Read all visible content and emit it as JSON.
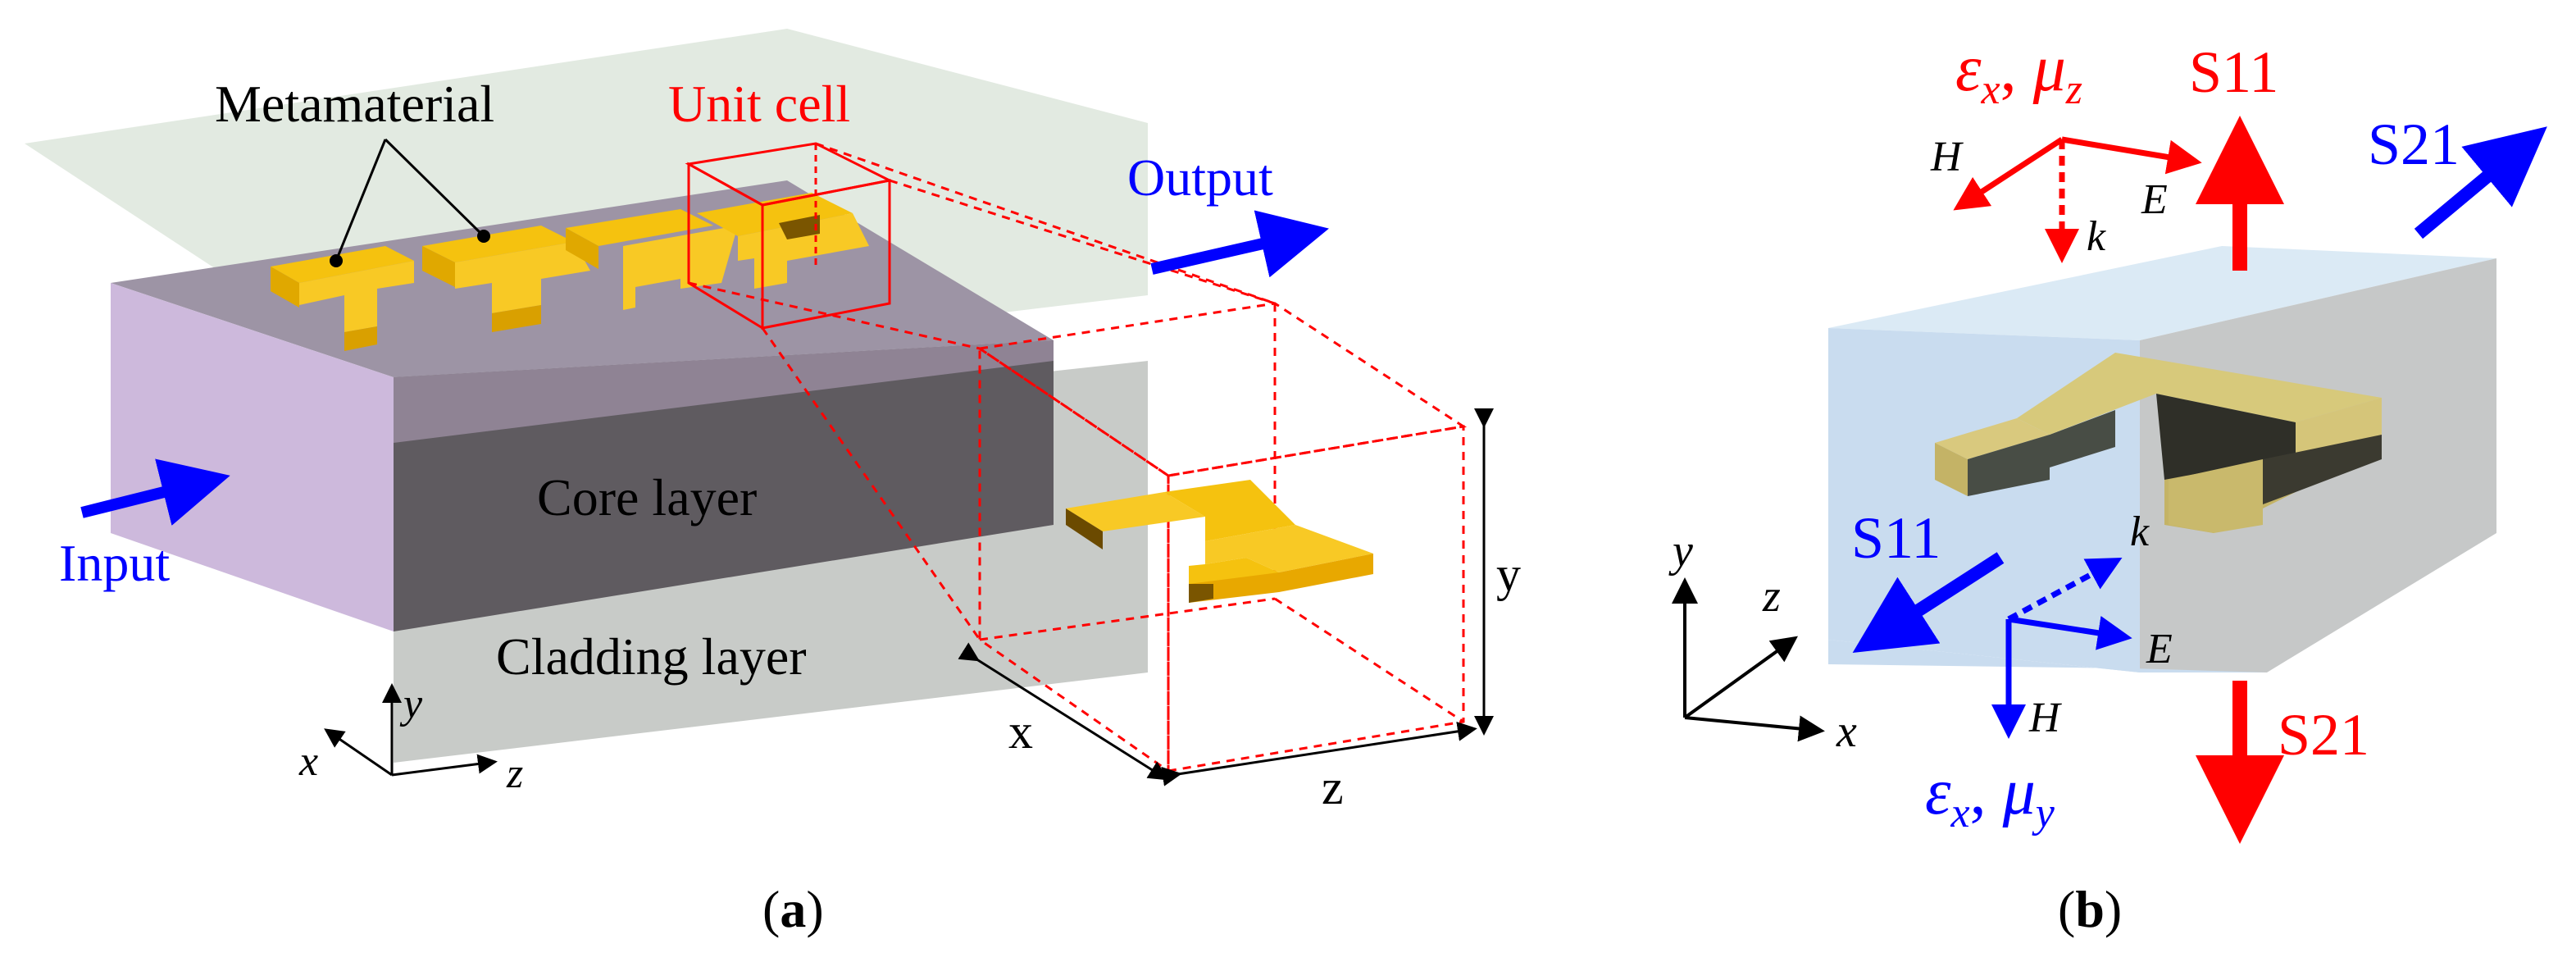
{
  "panel_a": {
    "label_metamaterial": "Metamaterial",
    "label_unit_cell": "Unit cell",
    "label_output": "Output",
    "label_input": "Input",
    "label_core": "Core layer",
    "label_cladding": "Cladding layer",
    "axis_y": "y",
    "axis_x": "x",
    "axis_z": "z",
    "dim_x": "x",
    "dim_y": "y",
    "dim_z": "z",
    "caption_open": "(",
    "caption_letter": "a",
    "caption_close": ")"
  },
  "panel_b": {
    "top_eps": "ε",
    "top_eps_sub": "x",
    "top_comma": ",",
    "top_mu": "μ",
    "top_mu_sub": "z",
    "top_s11": "S11",
    "top_s21": "S21",
    "top_h": "H",
    "top_e": "E",
    "top_k": "k",
    "bottom_s11": "S11",
    "bottom_s21": "S21",
    "bottom_k": "k",
    "bottom_e": "E",
    "bottom_h": "H",
    "bottom_eps": "ε",
    "bottom_eps_sub": "x",
    "bottom_comma": ",",
    "bottom_mu": "μ",
    "bottom_mu_sub": "y",
    "axis_y": "y",
    "axis_z": "z",
    "axis_x": "x",
    "caption_open": "(",
    "caption_letter": "b",
    "caption_close": ")"
  },
  "colors": {
    "red": "#ff0000",
    "blue": "#0000ff",
    "gold": "#f5c20f",
    "substrate_glass": "#dfe6df",
    "core": "#5e5a5f",
    "cladding": "#c9cbc9",
    "purple_front": "#cdb9dc",
    "cell_cube": "#cfe6f5"
  }
}
